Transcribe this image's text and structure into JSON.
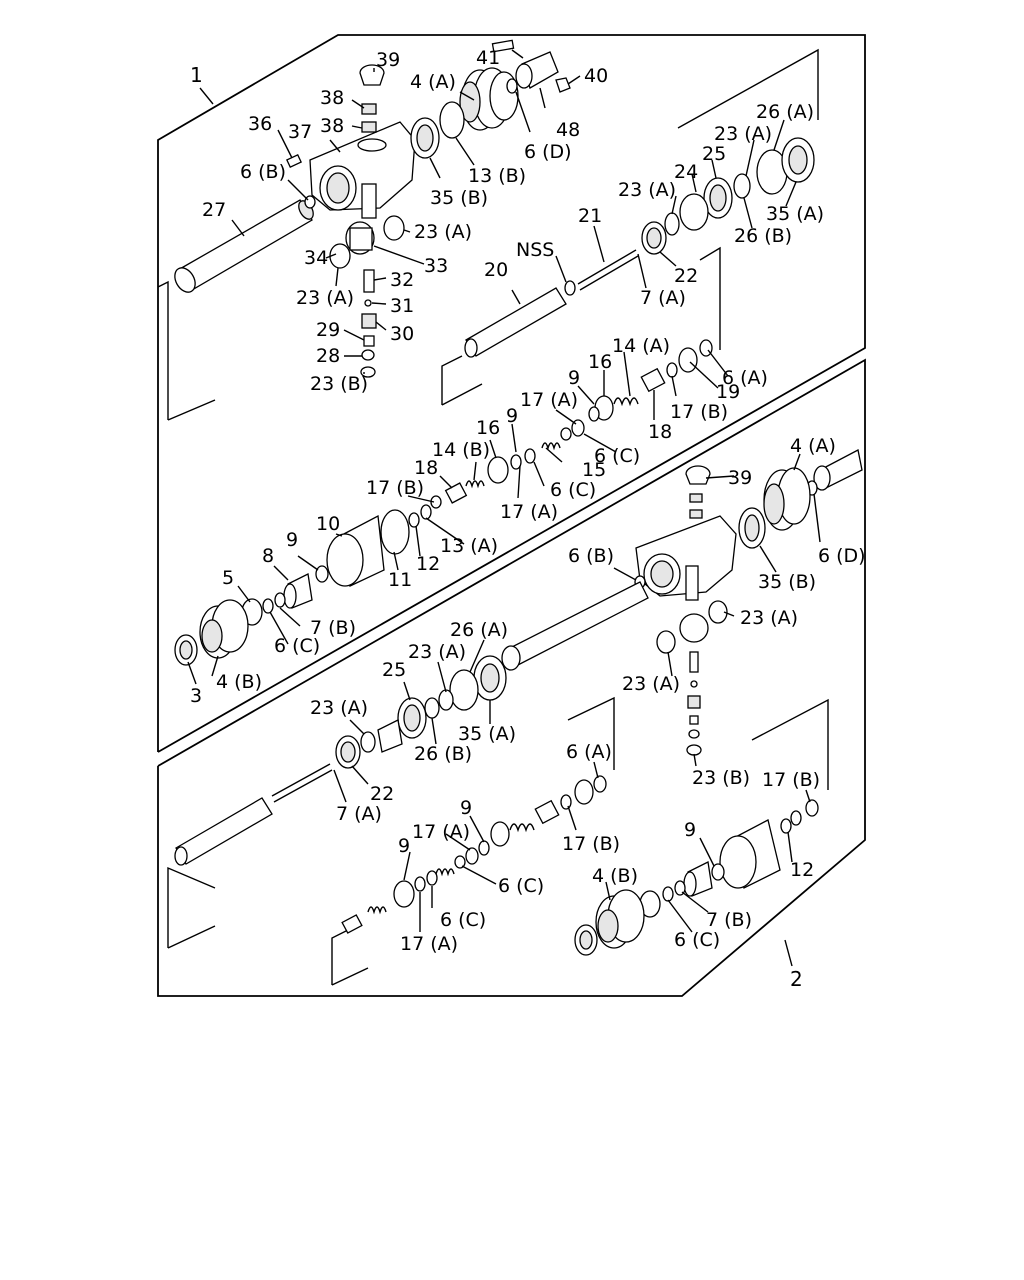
{
  "diagram": {
    "assembly_labels": [
      "1",
      "2"
    ],
    "labels": [
      "39",
      "41",
      "4 (A)",
      "40",
      "38",
      "38",
      "36",
      "37",
      "48",
      "6 (D)",
      "13 (B)",
      "35 (B)",
      "26 (A)",
      "23 (A)",
      "25",
      "24",
      "23 (A)",
      "6 (B)",
      "27",
      "23 (A)",
      "35 (A)",
      "26 (B)",
      "21",
      "NSS",
      "20",
      "34",
      "33",
      "32",
      "23 (A)",
      "31",
      "30",
      "29",
      "28",
      "23 (B)",
      "22",
      "7 (A)",
      "14 (A)",
      "16",
      "9",
      "17 (A)",
      "6 (A)",
      "19",
      "17 (B)",
      "18",
      "16",
      "9",
      "14 (B)",
      "6 (C)",
      "15",
      "18",
      "6 (C)",
      "17 (B)",
      "17 (A)",
      "10",
      "13 (A)",
      "9",
      "8",
      "12",
      "11",
      "5",
      "7 (B)",
      "6 (C)",
      "3",
      "4 (B)",
      "4 (A)",
      "39",
      "6 (B)",
      "6 (D)",
      "35 (B)",
      "23 (A)",
      "26 (A)",
      "23 (A)",
      "25",
      "23 (A)",
      "23 (A)",
      "35 (A)",
      "26 (B)",
      "22",
      "7 (A)",
      "6 (A)",
      "23 (B)",
      "17 (B)",
      "9",
      "17 (A)",
      "6 (C)",
      "17 (B)",
      "9",
      "12",
      "9",
      "4 (B)",
      "7 (B)",
      "6 (C)",
      "17 (A)",
      "6 (C)"
    ]
  }
}
